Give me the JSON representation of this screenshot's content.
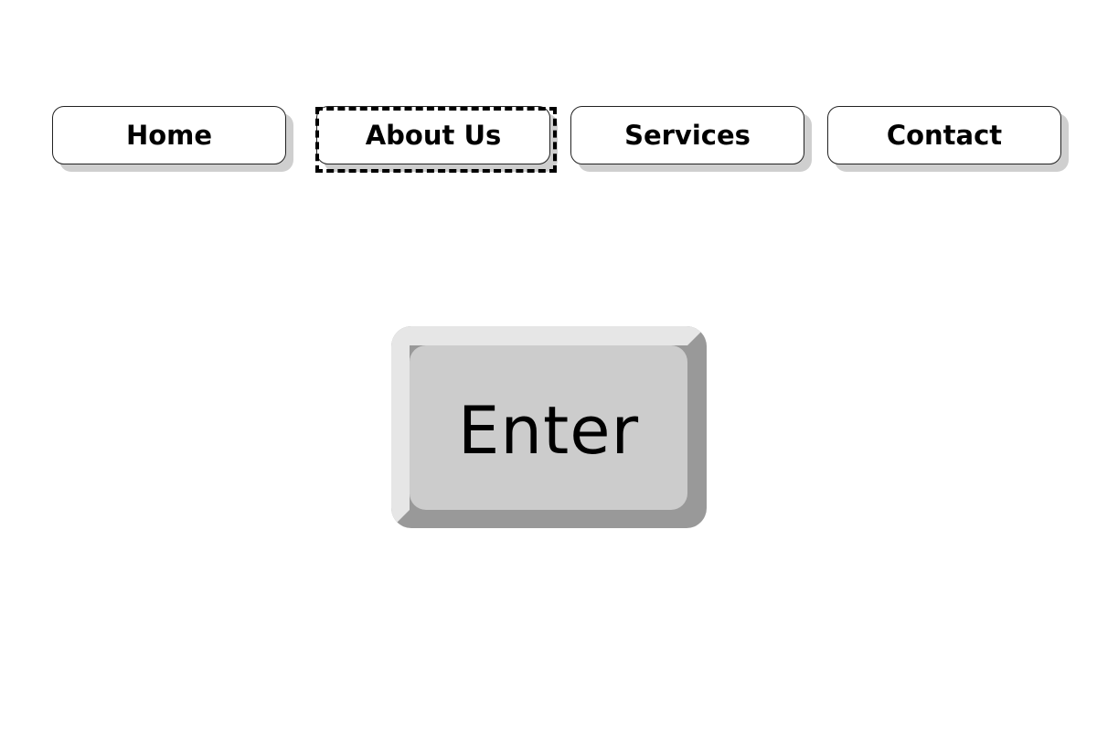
{
  "nav": {
    "items": [
      {
        "label": "Home"
      },
      {
        "label": "About Us"
      },
      {
        "label": "Services"
      },
      {
        "label": "Contact"
      }
    ],
    "focused_item": "About Us"
  },
  "key": {
    "label": "Enter"
  },
  "colors": {
    "background": "#ffffff",
    "button_border": "#222222",
    "button_shadow": "#cfcfcf",
    "key_face": "#cccccc",
    "key_top_bevel": "#e6e6e6",
    "key_bottom_bevel": "#999999"
  }
}
